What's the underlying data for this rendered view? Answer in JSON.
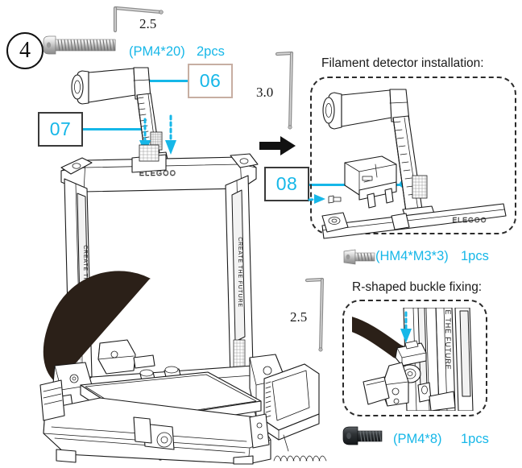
{
  "step": {
    "number": "4"
  },
  "tools": [
    {
      "name": "hex-key-2.5-top",
      "size_label": "2.5"
    },
    {
      "name": "hex-key-3.0",
      "size_label": "3.0"
    },
    {
      "name": "hex-key-2.5-bottom",
      "size_label": "2.5"
    }
  ],
  "fasteners": [
    {
      "id": "pm4x20",
      "spec": "(PM4*20)",
      "quantity": "2pcs",
      "icon": "screw-icon",
      "finish": "silver"
    },
    {
      "id": "hm4m3x3",
      "spec": "(HM4*M3*3)",
      "quantity": "1pcs",
      "icon": "screw-icon",
      "finish": "silver"
    },
    {
      "id": "pm4x8",
      "spec": "(PM4*8)",
      "quantity": "1pcs",
      "icon": "screw-icon",
      "finish": "black"
    }
  ],
  "part_labels": [
    {
      "id": "06",
      "text": "06",
      "border": "tan",
      "target": "spool-holder-arm"
    },
    {
      "id": "07",
      "text": "07",
      "border": "dark",
      "target": "spool-holder-post"
    },
    {
      "id": "08",
      "text": "08",
      "border": "dark",
      "target": "filament-detector-module"
    }
  ],
  "panels": [
    {
      "id": "filament-detector",
      "title": "Filament detector installation:"
    },
    {
      "id": "r-shaped-buckle",
      "title": "R-shaped buckle fixing:"
    }
  ],
  "machine_text": {
    "brand": "ELEGOO",
    "slogan": "CREATE THE FUTURE"
  },
  "colors": {
    "accent_cyan": "#16b7e8",
    "outline_black": "#1a1a1a",
    "label_border_tan": "#c7aea2",
    "label_border_dark": "#3a3a3a",
    "cable_brown": "#2b2018"
  }
}
